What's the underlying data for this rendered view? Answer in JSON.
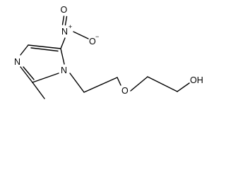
{
  "atoms": {
    "nitro_oxygen_top": "O",
    "nitro_oxygen_right": "O",
    "nitro_nitrogen": "N",
    "ring_nitrogen_left": "N",
    "ring_nitrogen_bottom": "N",
    "ether_oxygen": "O",
    "hydroxyl": "OH"
  },
  "charges": {
    "nitro_nitrogen": "+",
    "nitro_oxygen_right": "−"
  },
  "colors": {
    "ink": "#000000",
    "background": "#ffffff"
  }
}
